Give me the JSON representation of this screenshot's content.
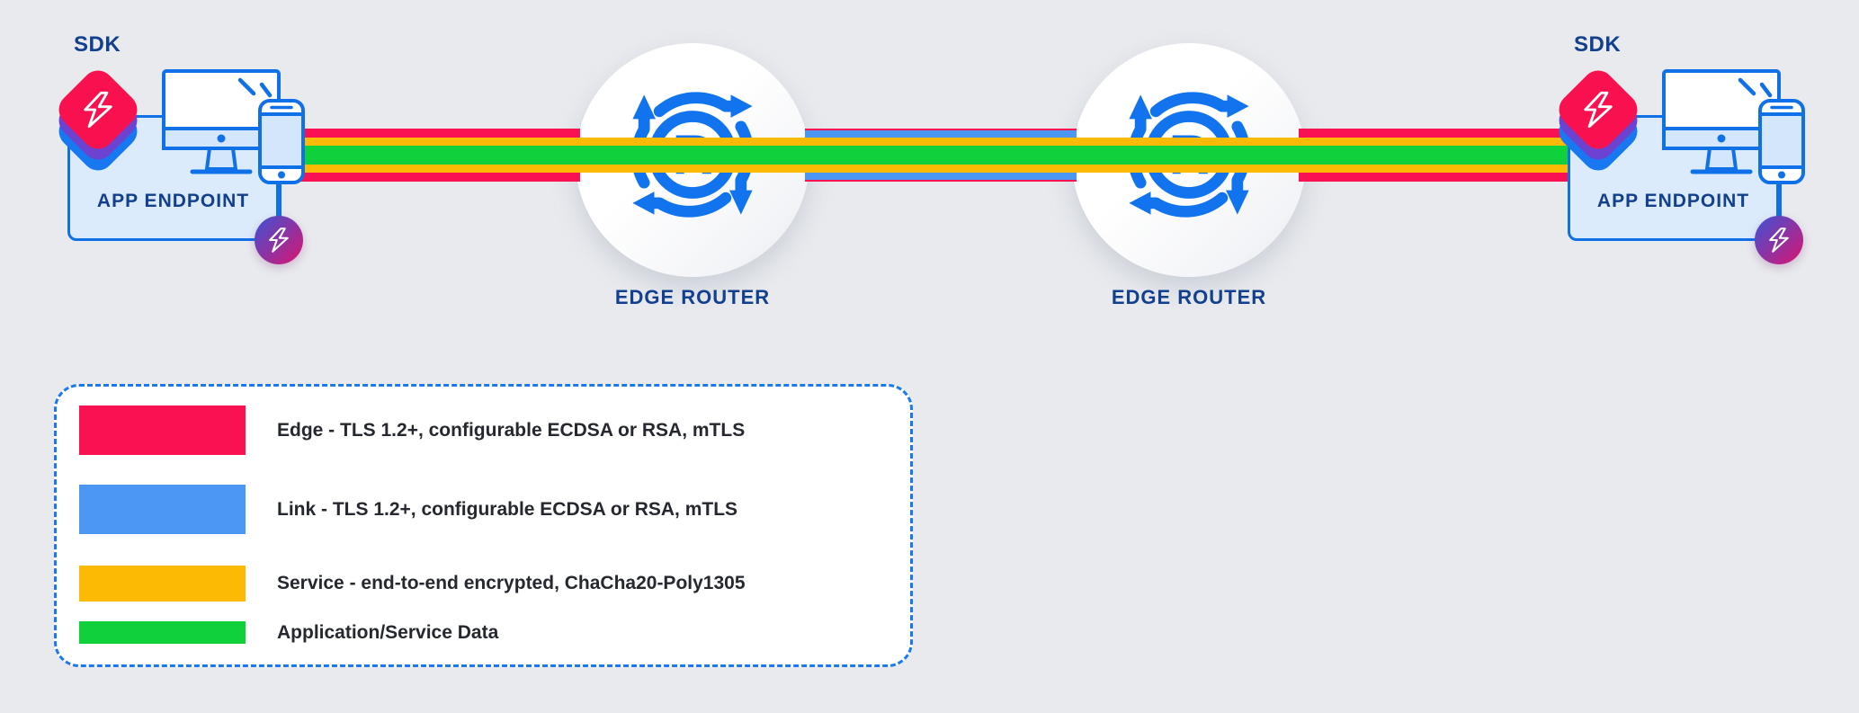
{
  "palette": {
    "background": "#E8EAEE",
    "edge_red": "#FA1151",
    "link_blue": "#4D97F4",
    "service_yellow": "#FCBA05",
    "data_green": "#10D13C",
    "icon_blue": "#1070E8",
    "navy_text": "#123F8E",
    "box_fill": "#DCEBFC",
    "screen_fill": "#D4E6FB",
    "dashed_border": "#1B78F0",
    "sdk_layer_red": "#F8114E",
    "sdk_layer_purple": "#6B43D0",
    "sdk_layer_blue": "#1778F2",
    "badge_gradient_start": "#3B53D6",
    "badge_gradient_end": "#DC1470"
  },
  "left_endpoint": {
    "sdk_label": "SDK",
    "label": "APP ENDPOINT"
  },
  "right_endpoint": {
    "sdk_label": "SDK",
    "label": "APP ENDPOINT"
  },
  "routers": {
    "left": {
      "label": "EDGE ROUTER",
      "letter": "R"
    },
    "right": {
      "label": "EDGE ROUTER",
      "letter": "R"
    }
  },
  "legend": {
    "items": [
      {
        "color": "#FA1151",
        "label": "Edge - TLS 1.2+, configurable ECDSA or RSA, mTLS"
      },
      {
        "color": "#4D97F4",
        "label": "Link - TLS 1.2+, configurable ECDSA or RSA, mTLS"
      },
      {
        "color": "#FCBA05",
        "label": "Service - end-to-end encrypted, ChaCha20-Poly1305"
      },
      {
        "color": "#10D13C",
        "label": "Application/Service Data"
      }
    ]
  }
}
